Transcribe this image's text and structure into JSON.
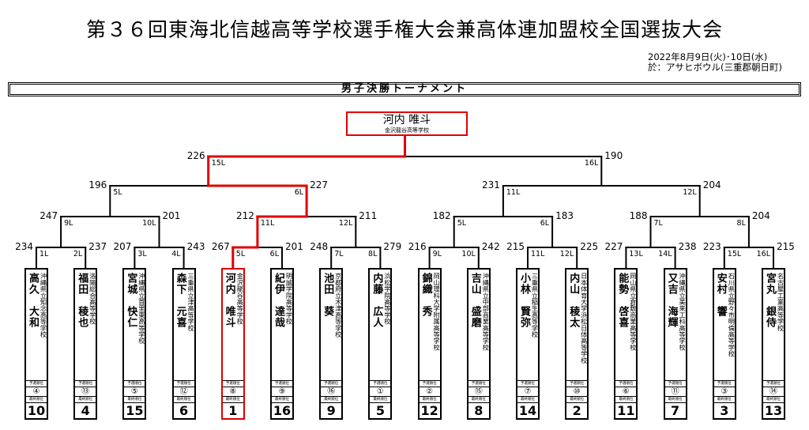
{
  "header": {
    "title": "第３６回東海北信越高等学校選手権大会兼高体連加盟校全国選抜大会",
    "date": "2022年8月9日(火)･10日(水)",
    "venue": "於：アサヒボウル(三重郡朝日町)"
  },
  "section": "男子決勝トーナメント",
  "champion": {
    "name": "河内 唯斗",
    "school": "金沢龍谷高等学校"
  },
  "labels": {
    "seed": "予選順位",
    "final": "最終順位"
  },
  "colors": {
    "win_line": "#e00000",
    "line": "#000000"
  },
  "players": [
    {
      "surname": "高久",
      "given": "大和",
      "school": "沖縄県立知念高等学校",
      "lane": "1L",
      "score": "234",
      "seed": "④",
      "final": "10"
    },
    {
      "surname": "福田",
      "given": "稜也",
      "school": "洛陽総合高等学校",
      "lane": "2L",
      "score": "237",
      "seed": "⑬",
      "final": "4"
    },
    {
      "surname": "宮城",
      "given": "快仁",
      "school": "沖縄県立首里東高等学校",
      "lane": "3L",
      "score": "207",
      "seed": "⑤",
      "final": "15"
    },
    {
      "surname": "森下",
      "given": "元喜",
      "school": "三重県立津高等学校",
      "lane": "4L",
      "score": "243",
      "seed": "⑫",
      "final": "6"
    },
    {
      "surname": "河内",
      "given": "唯斗",
      "school": "金沢龍谷高等学校",
      "lane": "5L",
      "score": "267",
      "seed": "⑧",
      "final": "1"
    },
    {
      "surname": "紀伊",
      "given": "達哉",
      "school": "明誠学院高等学校",
      "lane": "6L",
      "score": "201",
      "seed": "⑨",
      "final": "16"
    },
    {
      "surname": "池田",
      "given": "葵",
      "school": "京都府立木津高等学校",
      "lane": "7L",
      "score": "248",
      "seed": "⑯",
      "final": "9"
    },
    {
      "surname": "内藤",
      "given": "広人",
      "school": "浜松学院高等学校",
      "lane": "8L",
      "score": "279",
      "seed": "①",
      "final": "5"
    },
    {
      "surname": "錦織",
      "given": "秀",
      "school": "岡山理科大学附属高等学校",
      "lane": "9L",
      "score": "216",
      "seed": "②",
      "final": "12"
    },
    {
      "surname": "吉山",
      "given": "盛磨",
      "school": "沖縄県立中部商業高等学校",
      "lane": "10L",
      "score": "242",
      "seed": "⑮",
      "final": "8"
    },
    {
      "surname": "小林",
      "given": "賢弥",
      "school": "三重県立稲生高等学校",
      "lane": "11L",
      "score": "215",
      "seed": "⑦",
      "final": "14"
    },
    {
      "surname": "内山",
      "given": "稜太",
      "school": "日本体育大学浜松日体高等学校",
      "lane": "12L",
      "score": "225",
      "seed": "⑩",
      "final": "2"
    },
    {
      "surname": "能勢",
      "given": "啓喜",
      "school": "岡山県立倉敷商業高等学校",
      "lane": "13L",
      "score": "227",
      "seed": "⑥",
      "final": "11"
    },
    {
      "surname": "又吉",
      "given": "海輝",
      "school": "沖縄県立美来工科高等学校",
      "lane": "14L",
      "score": "238",
      "seed": "⑪",
      "final": "7"
    },
    {
      "surname": "安村",
      "given": "響",
      "school": "石川県立野々市明倫高等学校",
      "lane": "15L",
      "score": "223",
      "seed": "③",
      "final": "3"
    },
    {
      "surname": "宮丸",
      "given": "銀侍",
      "school": "名古屋工業高等学校",
      "lane": "16L",
      "score": "215",
      "seed": "⑭",
      "final": "13"
    }
  ],
  "rounds": {
    "r2": [
      {
        "left_lane": "9L",
        "left_score": "247",
        "right_lane": "10L",
        "right_score": "201",
        "winner": "left"
      },
      {
        "left_lane": "11L",
        "left_score": "212",
        "right_lane": "12L",
        "right_score": "211",
        "winner": "left"
      },
      {
        "left_lane": "5L",
        "left_score": "182",
        "right_lane": "6L",
        "right_score": "183",
        "winner": "right"
      },
      {
        "left_lane": "7L",
        "left_score": "188",
        "right_lane": "8L",
        "right_score": "204",
        "winner": "right"
      }
    ],
    "semis": [
      {
        "left_lane": "5L",
        "left_score": "196",
        "right_lane": "6L",
        "right_score": "227",
        "winner": "right"
      },
      {
        "left_lane": "11L",
        "left_score": "231",
        "right_lane": "12L",
        "right_score": "204",
        "winner": "left"
      }
    ],
    "final": {
      "left_lane": "15L",
      "left_score": "226",
      "right_lane": "16L",
      "right_score": "190",
      "winner": "left"
    }
  },
  "champion_path": {
    "r1": 2,
    "r2": 1,
    "semis": 0,
    "final": "left"
  }
}
